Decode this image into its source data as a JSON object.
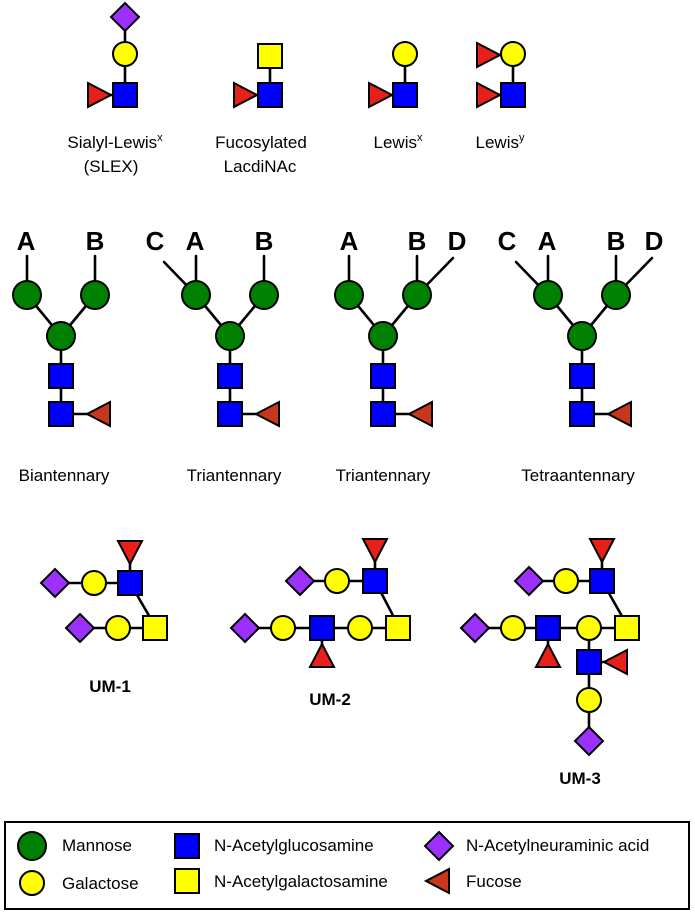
{
  "motifs": {
    "slex": {
      "line1": "Sialyl-Lewis",
      "sup": "x",
      "line2": "(SLEX)"
    },
    "fuc_lacdinac": {
      "line1": "Fucosylated",
      "line2": "LacdiNAc"
    },
    "lewis_x": {
      "line1": "Lewis",
      "sup": "x"
    },
    "lewis_y": {
      "line1": "Lewis",
      "sup": "y"
    }
  },
  "glycans": [
    {
      "name": "Biantennary",
      "branches": [
        "A",
        "B"
      ]
    },
    {
      "name": "Triantennary",
      "branches": [
        "C",
        "A",
        "B"
      ]
    },
    {
      "name": "Triantennary",
      "branches": [
        "A",
        "B",
        "D"
      ]
    },
    {
      "name": "Tetraantennary",
      "branches": [
        "C",
        "A",
        "B",
        "D"
      ]
    }
  ],
  "structures": {
    "um1": "UM-1",
    "um2": "UM-2",
    "um3": "UM-3"
  },
  "legend": {
    "mannose": "Mannose",
    "galactose": "Galactose",
    "glcnac": "N-Acetylglucosamine",
    "galnac": "N-Acetylgalactosamine",
    "neuac": "N-Acetylneuraminic acid",
    "fucose": "Fucose"
  },
  "colors": {
    "mannose": "#008000",
    "galactose": "#ffff00",
    "glcnac": "#0000ff",
    "galnac": "#ffff00",
    "neuac": "#9b30ff",
    "fucose": "#e8201a",
    "fucose_dark": "#c8361b"
  }
}
